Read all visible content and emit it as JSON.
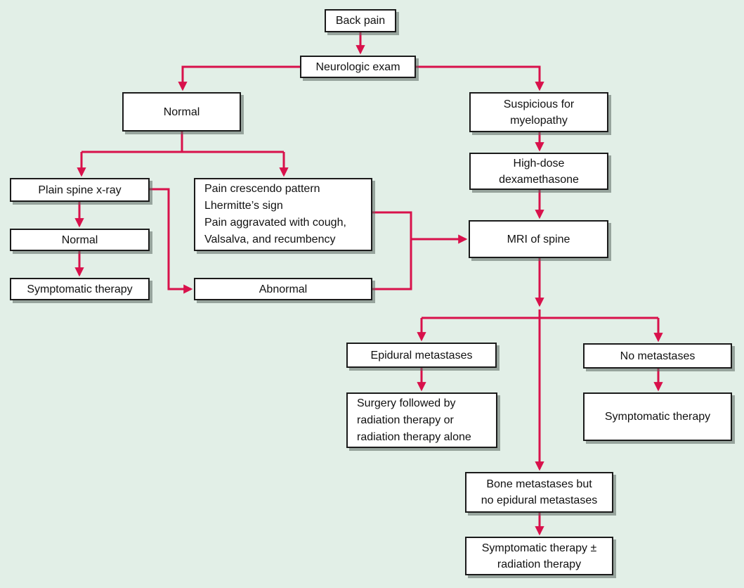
{
  "diagram": {
    "type": "flowchart",
    "colors": {
      "background": "#e2efe7",
      "arrow": "#d8114b",
      "box_fill": "#ffffff",
      "box_border": "#1b1b1b",
      "box_shadow": "#8f9c95",
      "text": "#111111"
    },
    "nodes": {
      "back_pain": {
        "label": "Back pain"
      },
      "neurologic_exam": {
        "label": "Neurologic exam"
      },
      "exam_normal": {
        "label": "Normal"
      },
      "suspicious_myelopathy": {
        "label": "Suspicious for\nmyelopathy"
      },
      "high_dose_dexamethasone": {
        "label": "High-dose\ndexamethasone"
      },
      "plain_spine_xray": {
        "label": "Plain spine x-ray"
      },
      "pain_pattern": {
        "label": "Pain crescendo pattern\nLhermitte’s sign\nPain aggravated with cough,\nValsalva, and recumbency"
      },
      "mri_spine": {
        "label": "MRI of spine"
      },
      "xray_normal": {
        "label": "Normal"
      },
      "symptomatic_therapy_left": {
        "label": "Symptomatic therapy"
      },
      "abnormal": {
        "label": "Abnormal"
      },
      "epidural_metastases": {
        "label": "Epidural metastases"
      },
      "no_metastases": {
        "label": "No metastases"
      },
      "surgery_radiation": {
        "label": "Surgery followed by\nradiation therapy or\nradiation therapy alone"
      },
      "symptomatic_therapy_right": {
        "label": "Symptomatic therapy"
      },
      "bone_metastases": {
        "label": "Bone metastases but\nno epidural metastases"
      },
      "symptomatic_radiation": {
        "label": "Symptomatic therapy ±\nradiation therapy"
      }
    },
    "edges": [
      {
        "from": "back_pain",
        "to": "neurologic_exam"
      },
      {
        "from": "neurologic_exam",
        "to": "exam_normal"
      },
      {
        "from": "neurologic_exam",
        "to": "suspicious_myelopathy"
      },
      {
        "from": "exam_normal",
        "to": "plain_spine_xray"
      },
      {
        "from": "exam_normal",
        "to": "pain_pattern"
      },
      {
        "from": "plain_spine_xray",
        "to": "xray_normal"
      },
      {
        "from": "xray_normal",
        "to": "symptomatic_therapy_left"
      },
      {
        "from": "plain_spine_xray",
        "to": "abnormal"
      },
      {
        "from": "pain_pattern",
        "to": "mri_spine"
      },
      {
        "from": "abnormal",
        "to": "mri_spine"
      },
      {
        "from": "suspicious_myelopathy",
        "to": "high_dose_dexamethasone"
      },
      {
        "from": "high_dose_dexamethasone",
        "to": "mri_spine"
      },
      {
        "from": "mri_spine",
        "to": "epidural_metastases"
      },
      {
        "from": "mri_spine",
        "to": "no_metastases"
      },
      {
        "from": "mri_spine",
        "to": "bone_metastases"
      },
      {
        "from": "epidural_metastases",
        "to": "surgery_radiation"
      },
      {
        "from": "no_metastases",
        "to": "symptomatic_therapy_right"
      },
      {
        "from": "bone_metastases",
        "to": "symptomatic_radiation"
      }
    ]
  }
}
